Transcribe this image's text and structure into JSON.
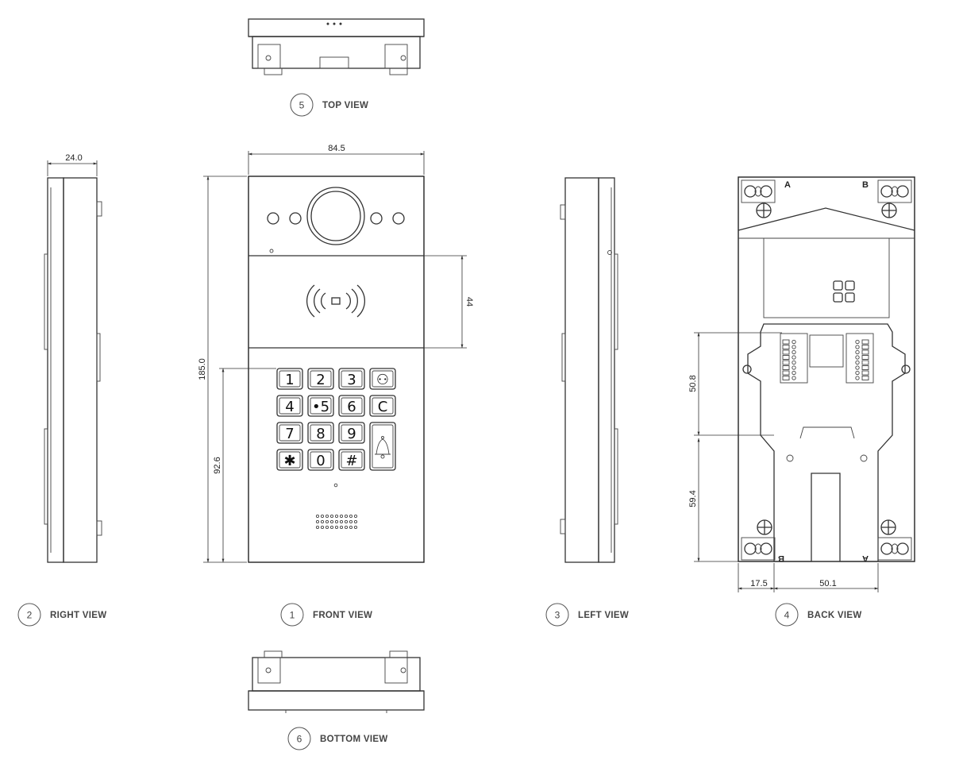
{
  "views": {
    "top": {
      "number": "5",
      "label": "TOP VIEW"
    },
    "right": {
      "number": "2",
      "label": "RIGHT VIEW"
    },
    "front": {
      "number": "1",
      "label": "FRONT VIEW"
    },
    "left": {
      "number": "3",
      "label": "LEFT VIEW"
    },
    "back": {
      "number": "4",
      "label": "BACK VIEW"
    },
    "bottom": {
      "number": "6",
      "label": "BOTTOM VIEW"
    }
  },
  "dimensions": {
    "depth": "24.0",
    "width": "84.5",
    "height": "185.0",
    "rfid_height": "44",
    "keypad_height": "92.6",
    "back_upper": "50.8",
    "back_lower": "59.4",
    "back_left": "17.5",
    "back_span": "50.1"
  },
  "keypad": {
    "keys": [
      "1",
      "2",
      "3",
      "⚇",
      "4",
      "•5",
      "6",
      "C",
      "7",
      "8",
      "9",
      "✱",
      "0",
      "#"
    ],
    "bell_icon": "bell-icon"
  },
  "back_markers": {
    "a": "A",
    "b": "B"
  }
}
